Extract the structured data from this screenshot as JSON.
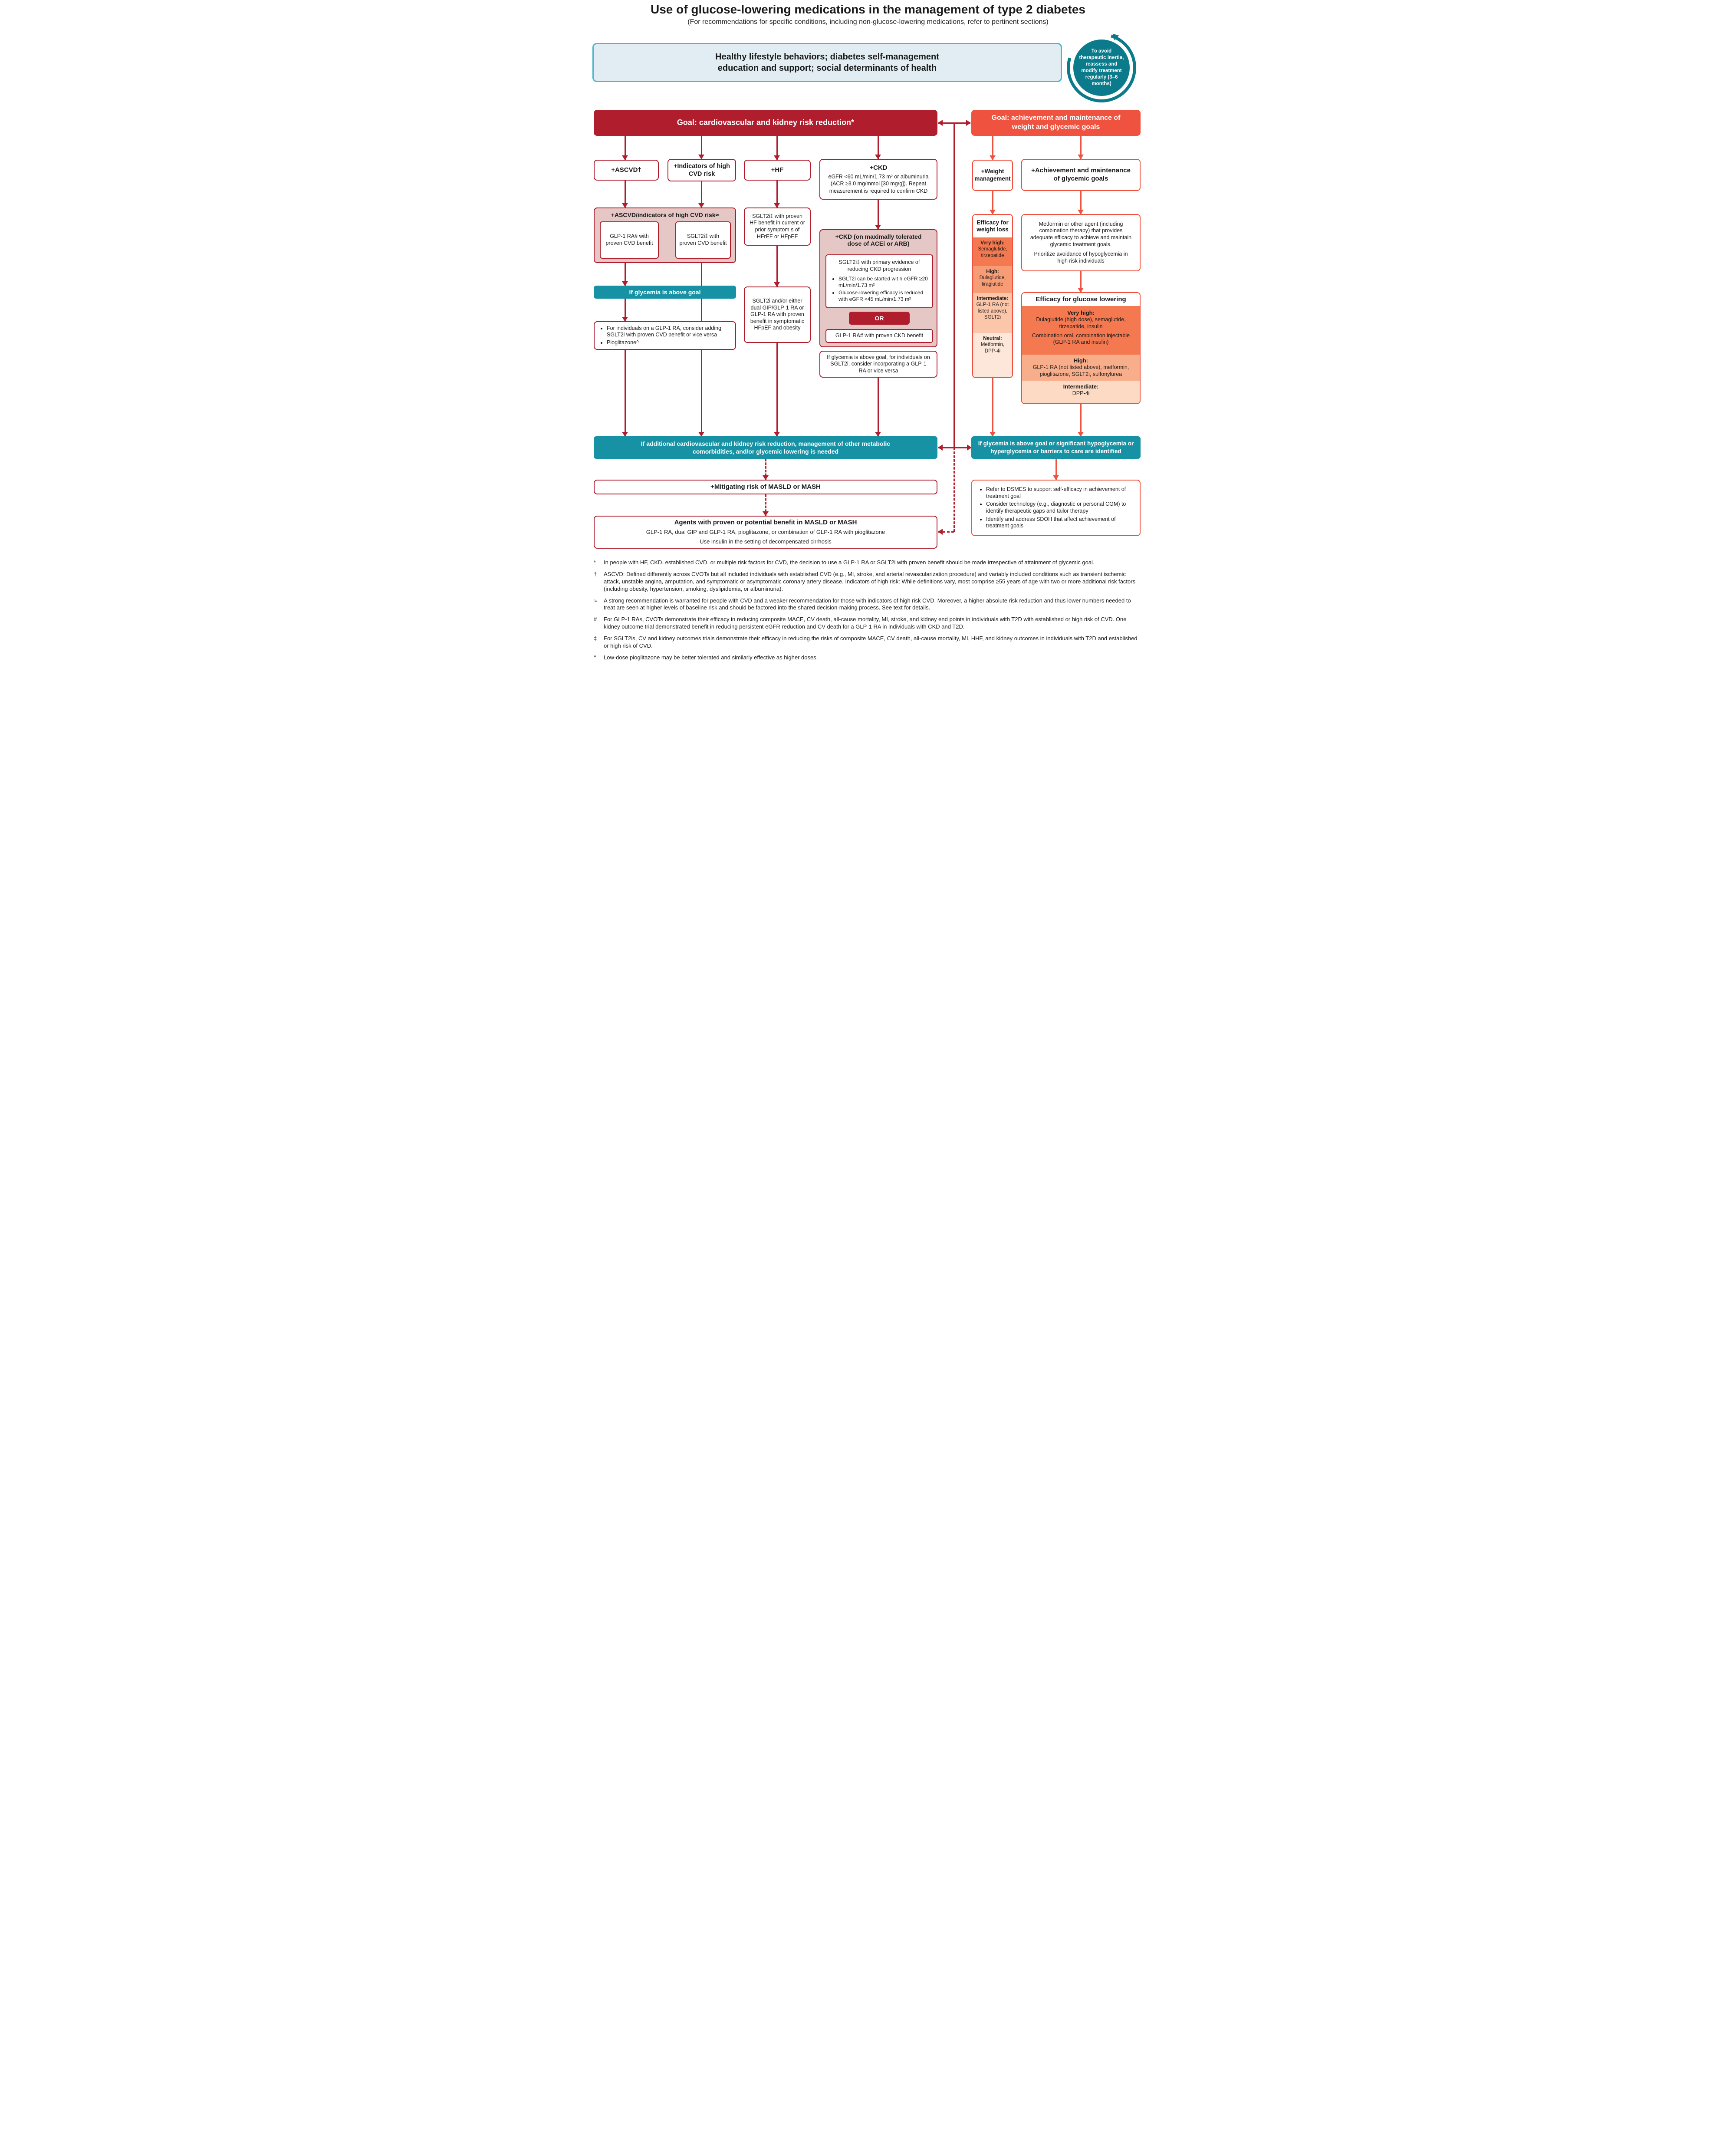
{
  "page": {
    "title": "Use of glucose-lowering medications in the management of type 2 diabetes",
    "subtitle": "(For recommendations for specific conditions, including non-glucose-lowering medications, refer to pertinent sections)",
    "lifestyle_banner": "Healthy lifestyle behaviors; diabetes self-management education and support; social determinants of health",
    "inertia_badge": "To avoid therapeutic inertia, reassess and modify treatment regularly (3–6 months)"
  },
  "cv_kidney": {
    "goal": "Goal: cardiovascular and kidney risk reduction*",
    "ascvd_label": "+ASCVD†",
    "high_risk_label": "+Indicators of high CVD risk",
    "hf_label": "+HF",
    "ckd_label": "+CKD",
    "ckd_criteria": "eGFR <60 mL/min/1.73 m² or albuminuria (ACR ≥3.0 mg/mmol [30 mg/g]). Repeat measurement is required to confirm CKD",
    "ascvd_panel_title": "+ASCVD/indicators of high CVD risk≈",
    "ascvd_option_glp1": "GLP-1 RA# with proven CVD benefit",
    "ascvd_option_sglt2i": "SGLT2i‡ with proven CVD benefit",
    "glycemia_banner": "If glycemia is above goal",
    "glycemia_bullets": [
      "For individuals on a GLP-1 RA, consider adding SGLT2i with proven CVD benefit or vice versa",
      "Pioglitazone^"
    ],
    "hf_box1": "SGLT2i‡ with proven HF benefit in current or prior symptom s of HFrEF or HFpEF",
    "hf_box2": "SGLT2i and/or either dual GIP/GLP-1 RA or GLP-1 RA with proven benefit in symptomatic HFpEF and obesity",
    "ckd_panel_title": "+CKD (on maximally tolerated dose of ACEi or ARB)",
    "ckd_sglt2i_heading": "SGLT2i‡ with primary evidence of reducing CKD progression",
    "ckd_sglt2i_bullets": [
      "SGLT2i can be started wit h eGFR ≥20 mL/min/1.73 m²",
      "Glucose-lowering efficacy is reduced with eGFR <45 mL/min/1.73 m²"
    ],
    "or_label": "OR",
    "ckd_glp1_option": "GLP-1 RA# with proven CKD benefit",
    "ckd_glycemia_note": "If glycemia is above goal, for individuals on SGLT2i, consider incorporating a GLP-1 RA or vice versa",
    "bottom_banner": "If additional cardiovascular and kidney risk reduction, management of other metabolic comorbidities, and/or glycemic lowering is needed",
    "masld_title": "+Mitigating risk of MASLD or MASH",
    "masld_agents_title": "Agents with proven or potential benefit in MASLD or MASH",
    "masld_agents_text": "GLP-1 RA, dual GIP and GLP-1 RA, pioglitazone, or combination of GLP-1 RA with pioglitazone",
    "masld_agents_note": "Use insulin in the setting of decompensated cirrhosis"
  },
  "weight_glycemic": {
    "goal": "Goal: achievement and maintenance of weight and glycemic goals",
    "weight_label": "+Weight management",
    "glycemic_label": "+Achievement and maintenance of glycemic goals",
    "weight_efficacy_title": "Efficacy for weight loss",
    "weight_tiers": [
      {
        "label": "Very high:",
        "drugs": "Semaglutide, tirzepatide"
      },
      {
        "label": "High:",
        "drugs": "Dulaglutide, liraglutide"
      },
      {
        "label": "Intermediate:",
        "drugs": "GLP-1 RA (not listed above), SGLT2i"
      },
      {
        "label": "Neutral:",
        "drugs": "Metformin, DPP-4i"
      }
    ],
    "metformin_text": "Metformin or other agent (including combination therapy) that provides adequate efficacy to achieve and maintain glycemic treatment goals.",
    "metformin_note": "Prioritize avoidance of hypoglycemia in high risk individuals",
    "glucose_efficacy_title": "Efficacy for glucose lowering",
    "glucose_tiers": [
      {
        "label": "Very high:",
        "drugs": "Dulaglutide (high dose), semaglutide, tirzepatide, insulin",
        "drugs2": "Combination oral, combination injectable (GLP-1 RA and insulin)"
      },
      {
        "label": "High:",
        "drugs": "GLP-1 RA (not listed above), metformin, pioglitazone, SGLT2i, sulfonylurea"
      },
      {
        "label": "Intermediate:",
        "drugs": "DPP-4i"
      }
    ],
    "bottom_banner": "If glycemia is above goal or significant hypoglycemia or hyperglycemia or barriers to care are identified",
    "support_bullets": [
      "Refer to DSMES to support self-efficacy in achievement of treatment goal",
      "Consider technology (e.g., diagnostic or personal CGM) to identify therapeutic gaps and tailor therapy",
      "Identify and address SDOH that affect achievement of treatment goals"
    ]
  },
  "footnotes": [
    {
      "symbol": "*",
      "text": "In people with HF, CKD, established CVD, or multiple risk factors for CVD, the decision to use a GLP-1 RA or SGLT2i with proven benefit should be made irrespective of attainment of glycemic goal."
    },
    {
      "symbol": "†",
      "text": "ASCVD: Defined differently across CVOTs but all included individuals with established CVD (e.g., MI, stroke, and arterial revascularization procedure) and variably included conditions such as transient ischemic attack, unstable angina, amputation, and symptomatic or asymptomatic coronary artery disease. Indicators of high risk: While definitions vary, most comprise ≥55 years of age with two or more additional risk factors (including obesity, hypertension, smoking, dyslipidemia, or albuminuria)."
    },
    {
      "symbol": "≈",
      "text": "A strong recommendation is warranted for people with CVD and a weaker recommendation for those with indicators of high risk CVD. Moreover, a higher absolute risk reduction and thus lower numbers needed to treat are seen at higher levels of baseline risk and should be factored into the shared decision-making process. See text for details."
    },
    {
      "symbol": "#",
      "text": "For GLP-1 RAs, CVOTs demonstrate their efficacy in reducing composite MACE, CV death, all-cause mortality, MI, stroke, and kidney end points in individuals with T2D with established or high risk of CVD. One kidney outcome trial demonstrated benefit in reducing persistent eGFR reduction and CV death for a GLP-1 RA in individuals with CKD and T2D."
    },
    {
      "symbol": "‡",
      "text": "For SGLT2is, CV and kidney outcomes trials demonstrate their efficacy in reducing the risks of composite MACE, CV death, all-cause mortality, MI, HHF, and kidney outcomes in individuals with T2D and established or high risk of CVD."
    },
    {
      "symbol": "^",
      "text": "Low-dose pioglitazone may be better tolerated and similarly effective as higher doses."
    }
  ],
  "colors": {
    "dark_red": "#B01E2E",
    "orange_red": "#EF5340",
    "teal": "#1792A4",
    "dark_teal": "#0B7B8C",
    "panel_pink": "#E5C8C6",
    "tier_very_high": "#F47950",
    "tier_high": "#F89C76",
    "tier_intermediate": "#FBC6AA",
    "tier_neutral": "#FDE7DA"
  }
}
